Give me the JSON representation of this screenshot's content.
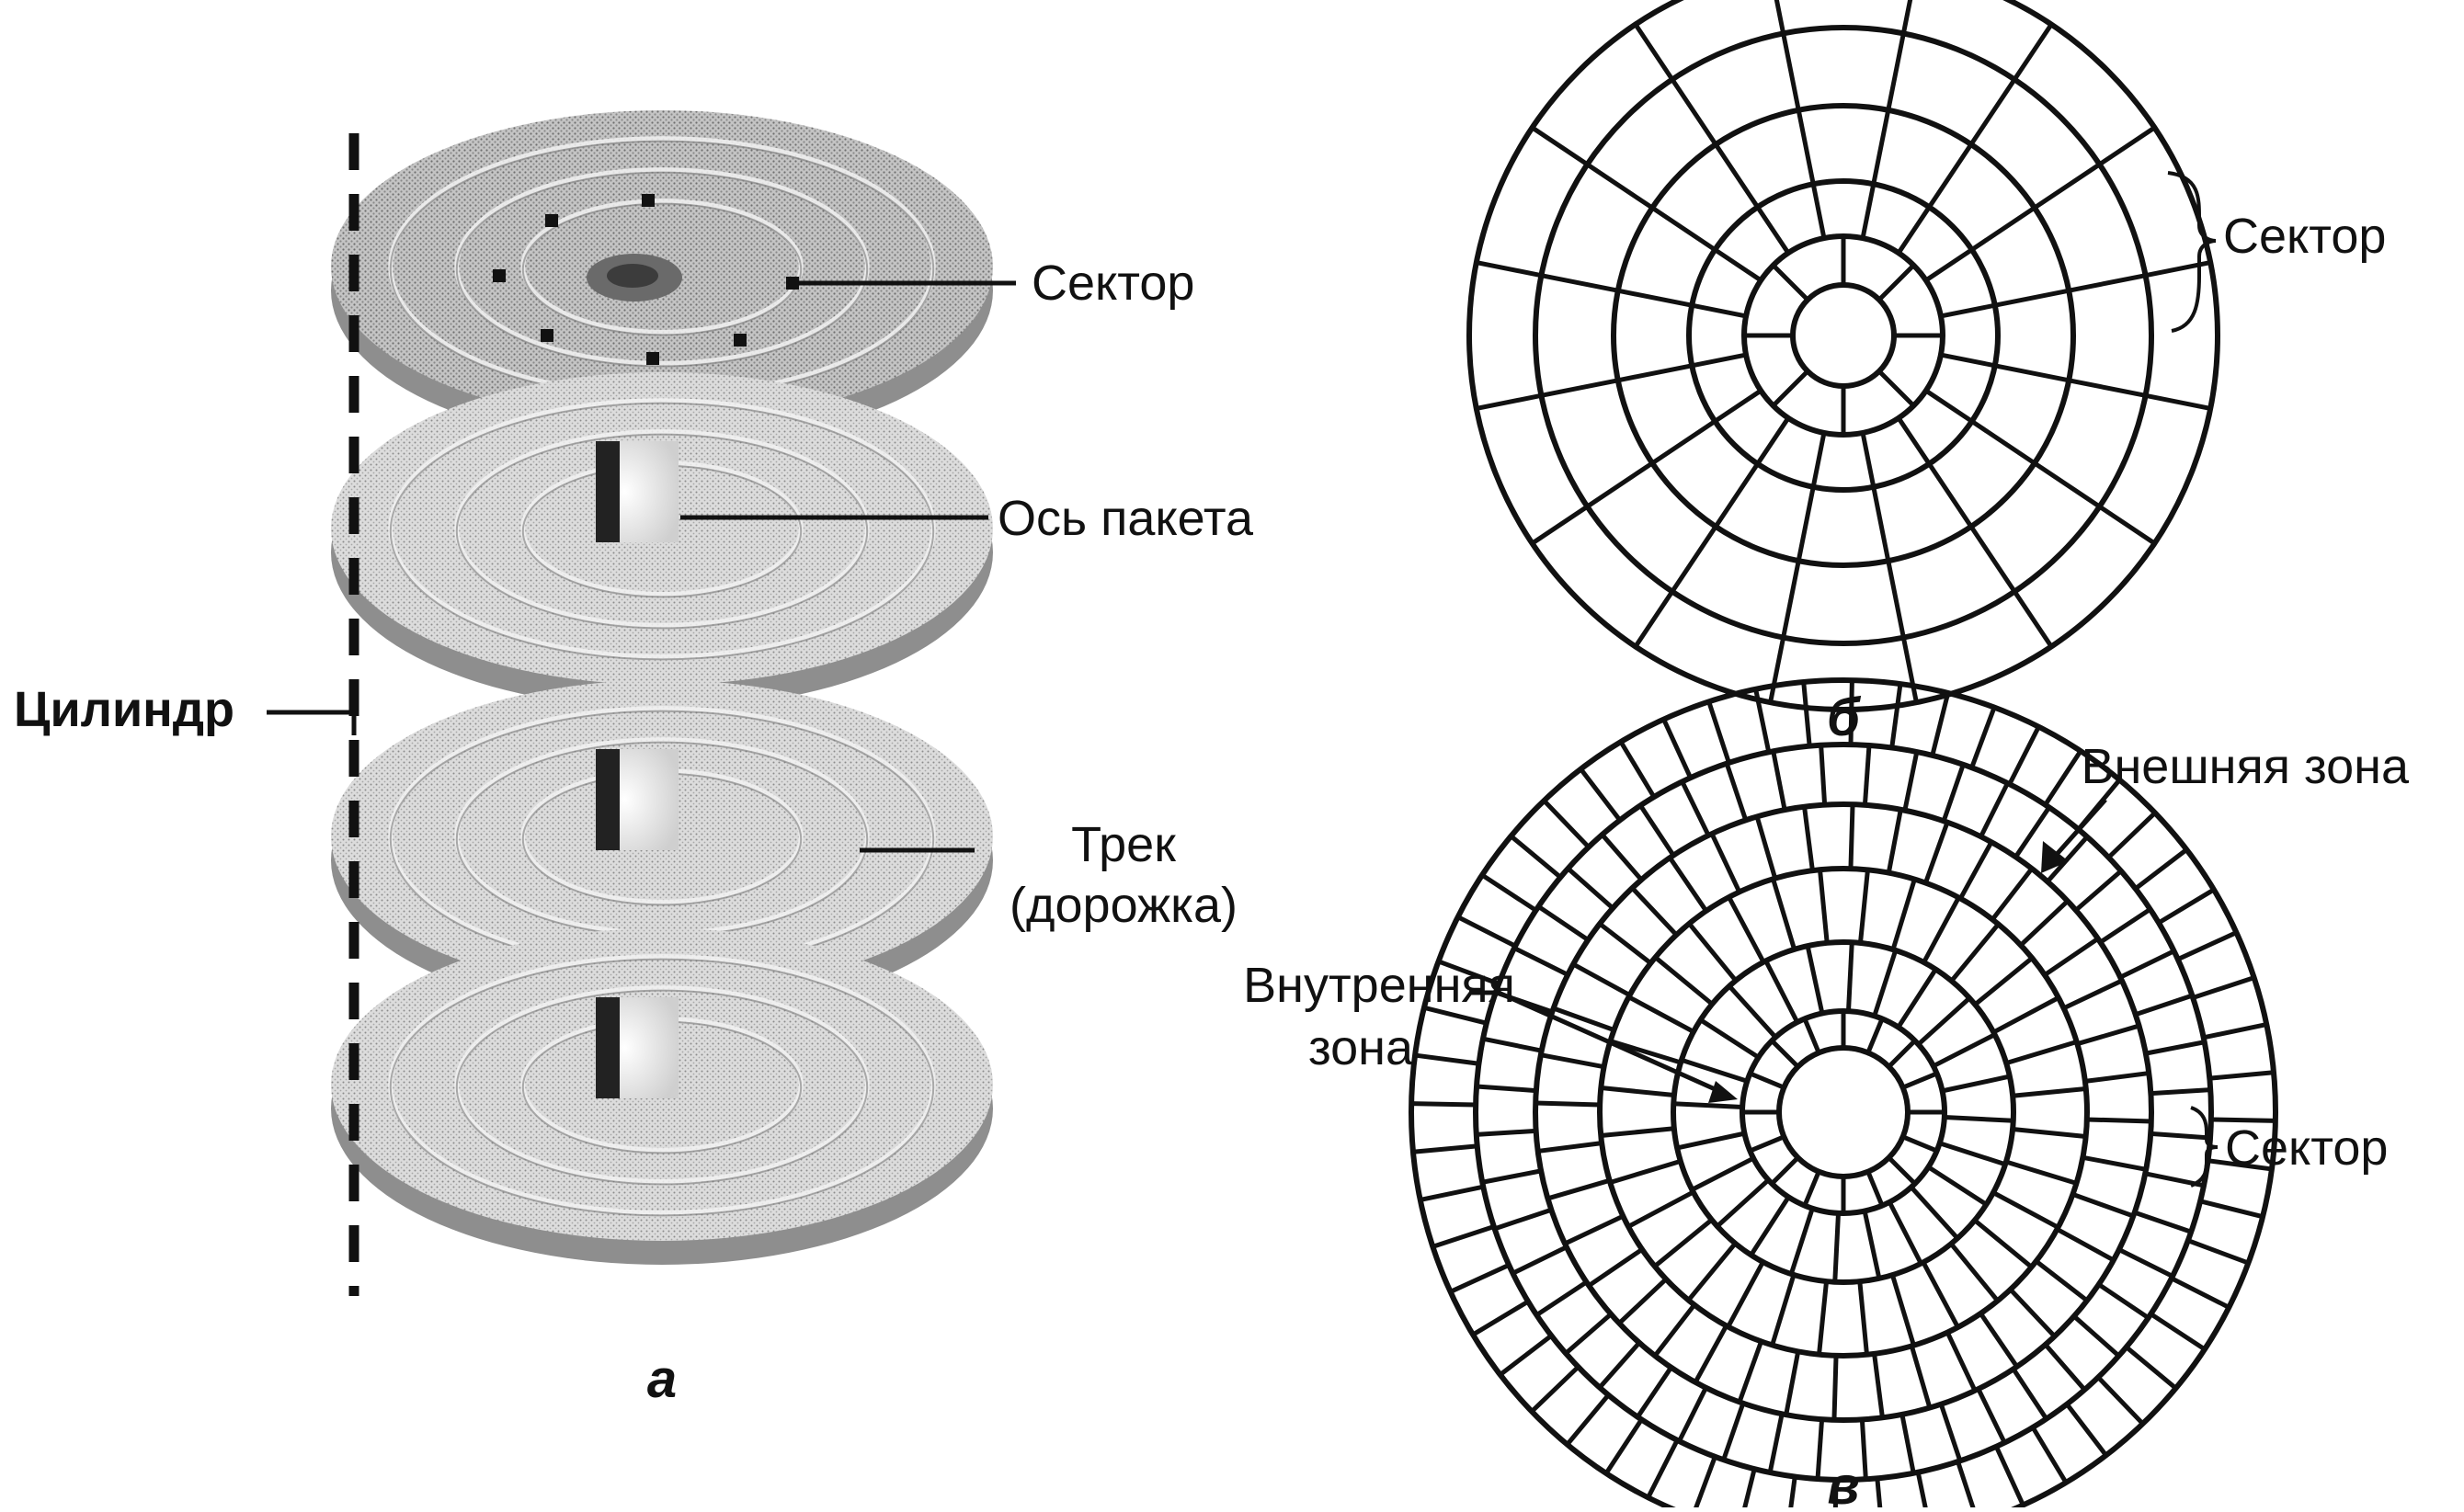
{
  "colors": {
    "ink": "#111111",
    "platter": "#b9b9b9",
    "platter_light": "#d6d6d6",
    "background": "#ffffff"
  },
  "figure_a": {
    "caption": "а",
    "labels": {
      "sector": "Сектор",
      "spindle": "Ось пакета",
      "cylinder": "Цилиндр",
      "track_line1": "Трек",
      "track_line2": "(дорожка)"
    }
  },
  "figure_b": {
    "caption": "б",
    "sector_label": "Сектор",
    "rings": 5,
    "sectors_per_ring": [
      8,
      16,
      16,
      16,
      16
    ]
  },
  "figure_c": {
    "caption": "в",
    "outer_zone_label": "Внешняя зона",
    "inner_zone_line1": "Внутренняя",
    "inner_zone_line2": "зона",
    "sector_label": "Сектор",
    "rings": 6,
    "sectors_per_ring": [
      16,
      24,
      32,
      40,
      48,
      56
    ]
  }
}
